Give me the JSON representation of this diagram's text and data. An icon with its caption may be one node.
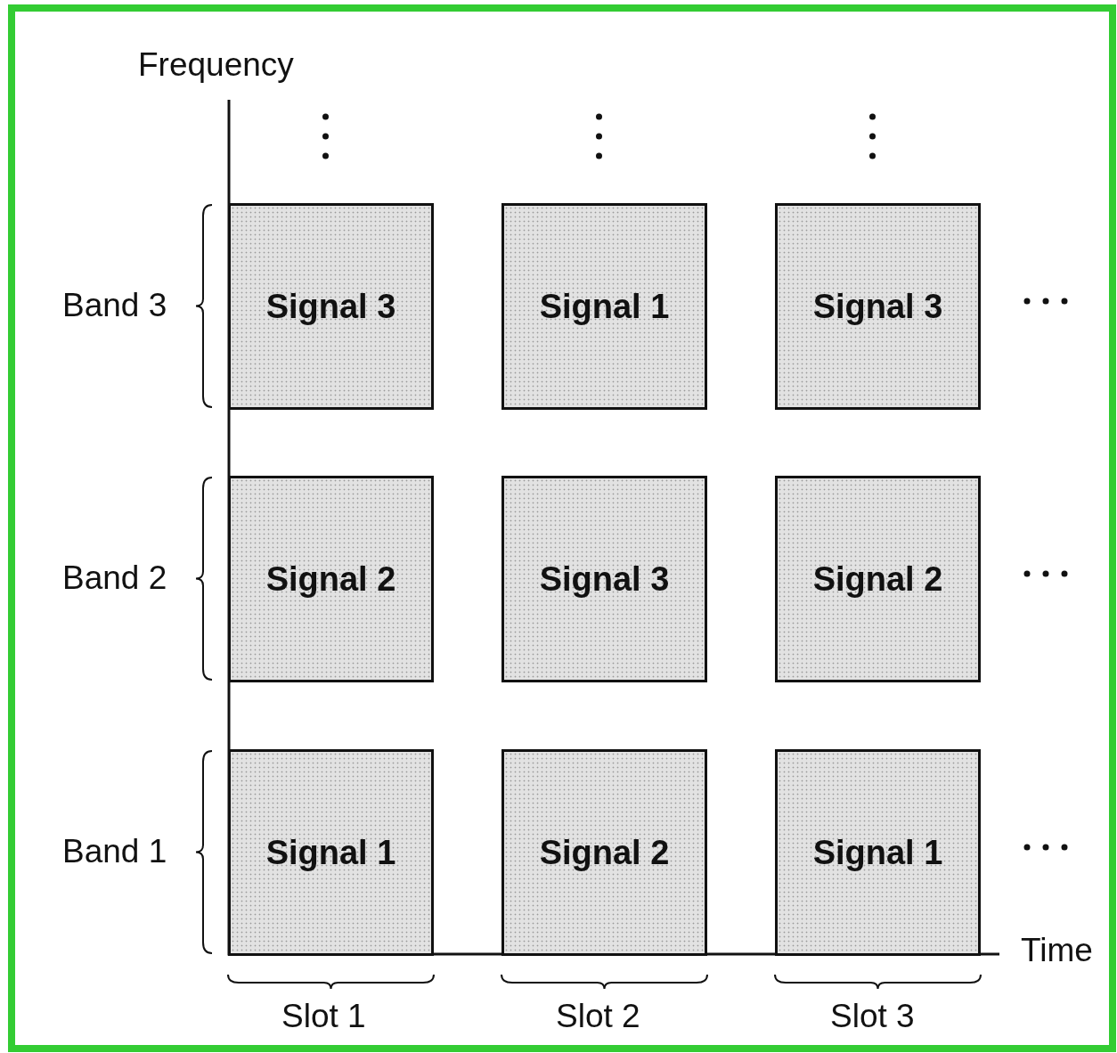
{
  "diagram": {
    "nodes": [
      {
        "text": [
          "Signal 3"
        ]
      },
      {
        "text": [
          "Signal 1"
        ]
      },
      {
        "text": [
          "Signal 3"
        ]
      },
      {
        "text": [
          "Signal 2"
        ]
      },
      {
        "text": [
          "Signal 3"
        ]
      },
      {
        "text": [
          "Signal 2"
        ]
      },
      {
        "text": [
          "Signal 1"
        ]
      },
      {
        "text": [
          "Signal 2"
        ]
      },
      {
        "text": [
          "Signal 1"
        ]
      }
    ],
    "edges": [],
    "labels": [
      "Frequency",
      "Band 3",
      "Band 2",
      "Band 1",
      "Time",
      "Slot 1",
      "Slot 2",
      "Slot 3"
    ]
  }
}
